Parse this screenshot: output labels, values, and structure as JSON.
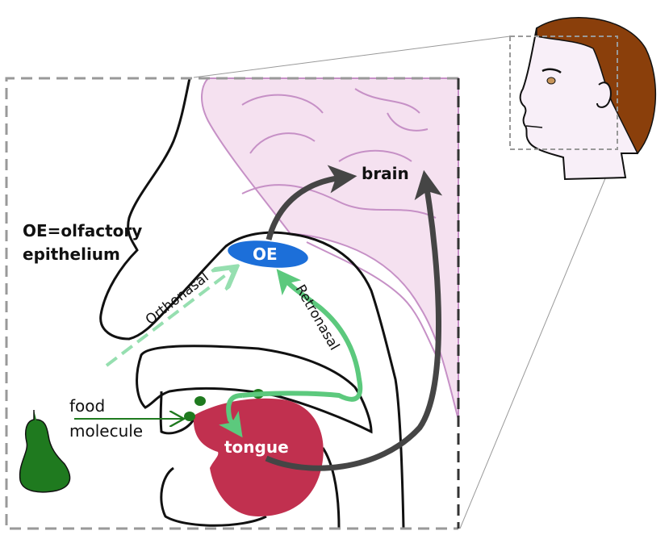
{
  "labels": {
    "legend_line1": "OE=olfactory",
    "legend_line2": "epithelium",
    "brain": "brain",
    "oe": "OE",
    "orthonasal": "Orthonasal",
    "retronasal": "Retronasal",
    "food_line1": "food",
    "food_line2": "molecule",
    "tongue": "tongue"
  },
  "colors": {
    "brain_fill": "#f5e1f0",
    "brain_outline": "#c690c6",
    "oe": "#1c6fd9",
    "tongue": "#c1304f",
    "food": "#1f7a1f",
    "orthonasal": "#96dfb0",
    "retronasal": "#5cc97d",
    "neural_arrow": "#454545",
    "hair": "#8a3f0b",
    "skin": "#f8eff8"
  }
}
